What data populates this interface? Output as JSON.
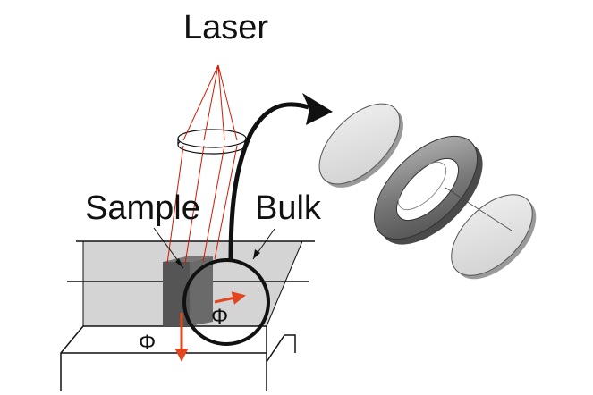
{
  "labels": {
    "laser": "Laser",
    "sample": "Sample",
    "bulk": "Bulk",
    "phi_side": "Φ",
    "phi_front": "Φ"
  },
  "colors": {
    "laser_beam": "#d11a00",
    "arrow": "#e2461f",
    "bulk_face": "#d4d4d4",
    "sample_face": "#555555",
    "outline": "#111111",
    "disk_fill": "#e3e3e3",
    "ring_fill": "#8a8a8a"
  }
}
